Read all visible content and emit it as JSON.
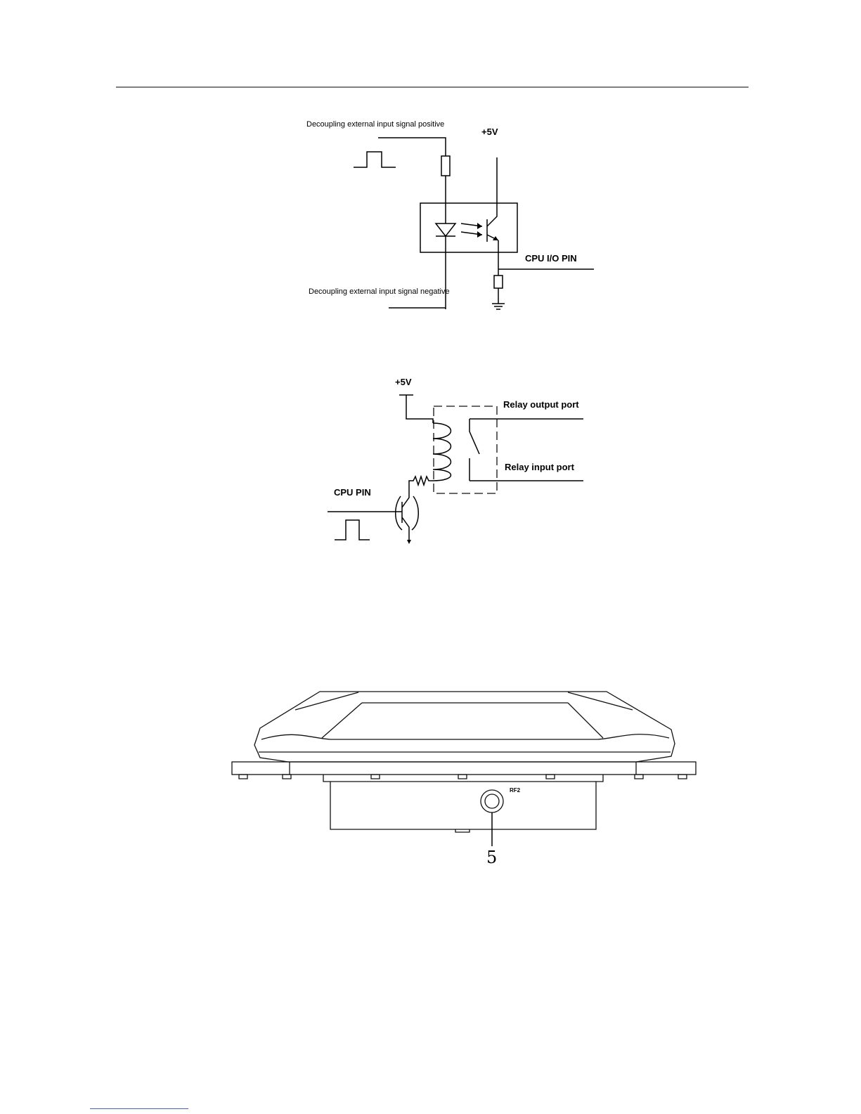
{
  "optocoupler_circuit": {
    "input_positive_label": "Decoupling external input signal positive",
    "input_negative_label": "Decoupling external input signal negative",
    "supply_label": "+5V",
    "cpu_io_pin_label": "CPU I/O PIN"
  },
  "relay_circuit": {
    "supply_label": "+5V",
    "relay_output_label": "Relay output port",
    "relay_input_label": "Relay input port",
    "cpu_pin_label": "CPU PIN"
  },
  "device_view": {
    "connector_label": "RF2",
    "callout_number": "5"
  }
}
